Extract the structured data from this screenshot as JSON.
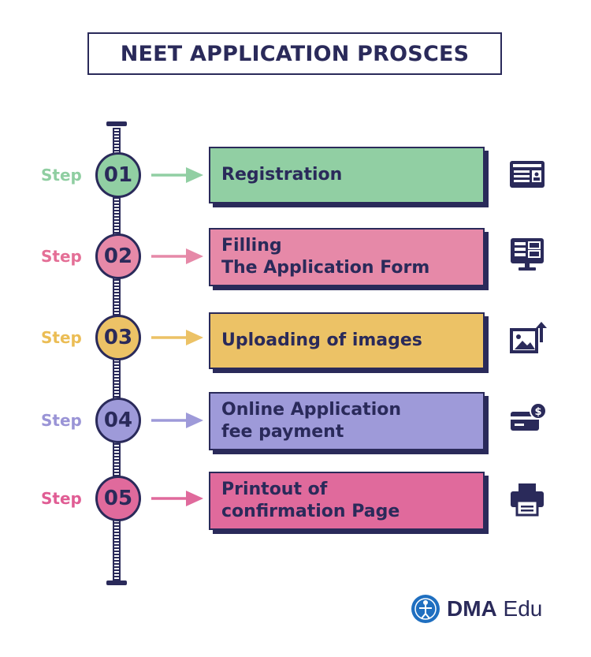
{
  "title": "NEET APPLICATION PROSCES",
  "steps": [
    {
      "label": "Step",
      "number": "01",
      "line1": "Registration",
      "line2": "",
      "color": "#91cfa3",
      "label_color": "#8fcea1",
      "icon": "id-card-icon"
    },
    {
      "label": "Step",
      "number": "02",
      "line1": "Filling",
      "line2": "The Application Form",
      "color": "#e689a8",
      "label_color": "#e46f96",
      "icon": "computer-monitor-icon"
    },
    {
      "label": "Step",
      "number": "03",
      "line1": "Uploading of images",
      "line2": "",
      "color": "#ecc266",
      "label_color": "#ebbd55",
      "icon": "image-upload-icon"
    },
    {
      "label": "Step",
      "number": "04",
      "line1": "Online Application",
      "line2": "fee payment",
      "color": "#9e9ad9",
      "label_color": "#9a94d6",
      "icon": "credit-card-payment-icon"
    },
    {
      "label": "Step",
      "number": "05",
      "line1": "Printout of",
      "line2": "confirmation Page",
      "color": "#e06a9c",
      "label_color": "#e05d94",
      "icon": "printer-icon"
    }
  ],
  "logo": {
    "bold": "DMA",
    "regular": " Edu",
    "mark_color": "#1f6fc0"
  },
  "colors": {
    "ink": "#2a2a5a"
  }
}
